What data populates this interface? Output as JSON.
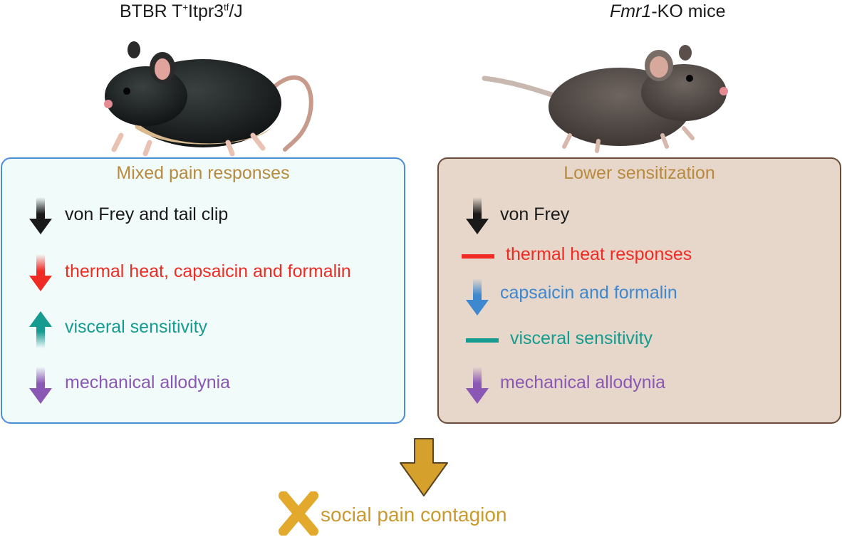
{
  "left": {
    "strain_base": "BTBR T",
    "strain_sup1": "+",
    "strain_mid": "Itpr3",
    "strain_sup2": "tf",
    "strain_end": "/J",
    "panel_title": "Mixed pain responses",
    "items": [
      {
        "icon": "arrow-down-icon",
        "color": "#1a1a1a",
        "label": "von Frey and tail clip"
      },
      {
        "icon": "arrow-down-icon",
        "color": "#ef2b24",
        "label": "thermal heat, capsaicin and formalin"
      },
      {
        "icon": "arrow-up-icon",
        "color": "#159b8f",
        "label": "visceral sensitivity"
      },
      {
        "icon": "arrow-down-icon",
        "color": "#8a58b4",
        "label": "mechanical allodynia"
      }
    ]
  },
  "right": {
    "strain_italic": "Fmr1",
    "strain_rest": "-KO mice",
    "panel_title": "Lower sensitization",
    "items": [
      {
        "icon": "arrow-down-icon",
        "color": "#1a1a1a",
        "label": "von Frey"
      },
      {
        "icon": "dash-icon",
        "color": "#ef2b24",
        "label": "thermal heat responses"
      },
      {
        "icon": "arrow-down-icon",
        "color": "#3d88cf",
        "label": "capsaicin and formalin"
      },
      {
        "icon": "dash-icon",
        "color": "#159b8f",
        "label": "visceral sensitivity"
      },
      {
        "icon": "arrow-down-icon",
        "color": "#8a58b4",
        "label": "mechanical allodynia"
      }
    ]
  },
  "conclusion": {
    "label": "social pain contagion",
    "color": "#c99a2e"
  }
}
